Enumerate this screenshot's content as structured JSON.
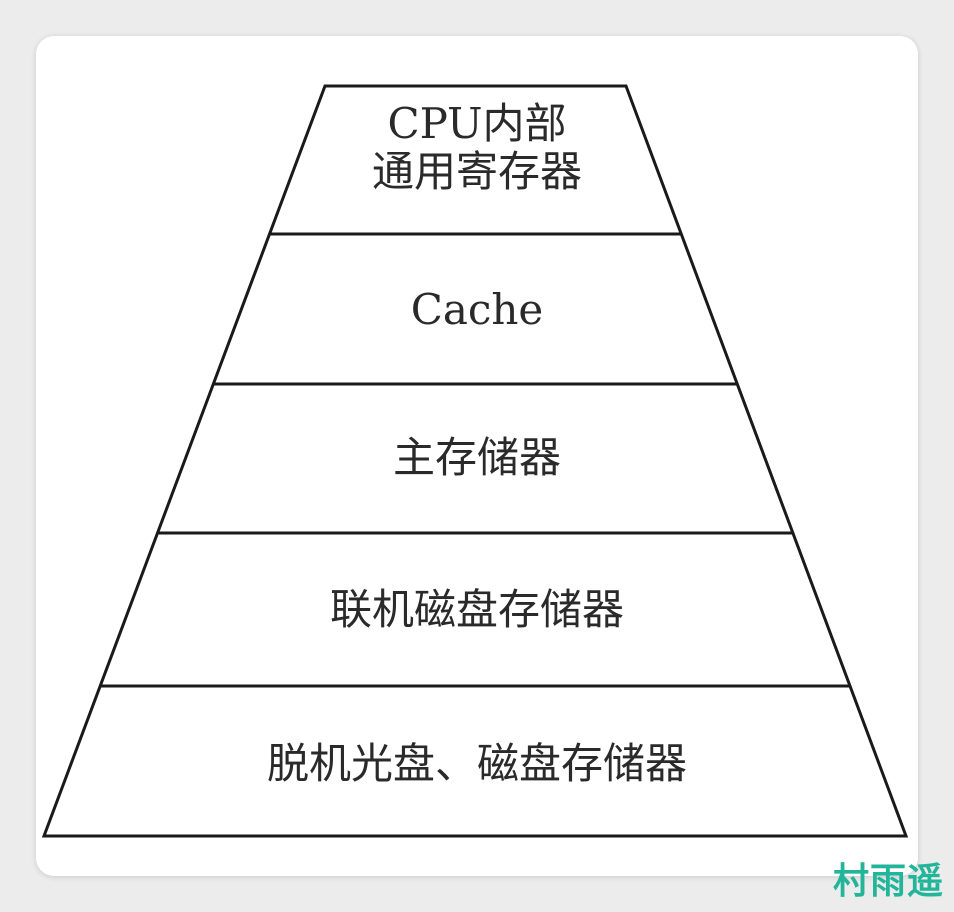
{
  "diagram": {
    "levels": [
      {
        "label": "CPU内部\n通用寄存器"
      },
      {
        "label": "Cache"
      },
      {
        "label": "主存储器"
      },
      {
        "label": "联机磁盘存储器"
      },
      {
        "label": "脱机光盘、磁盘存储器"
      }
    ]
  },
  "watermark": {
    "text": "村雨遥"
  }
}
